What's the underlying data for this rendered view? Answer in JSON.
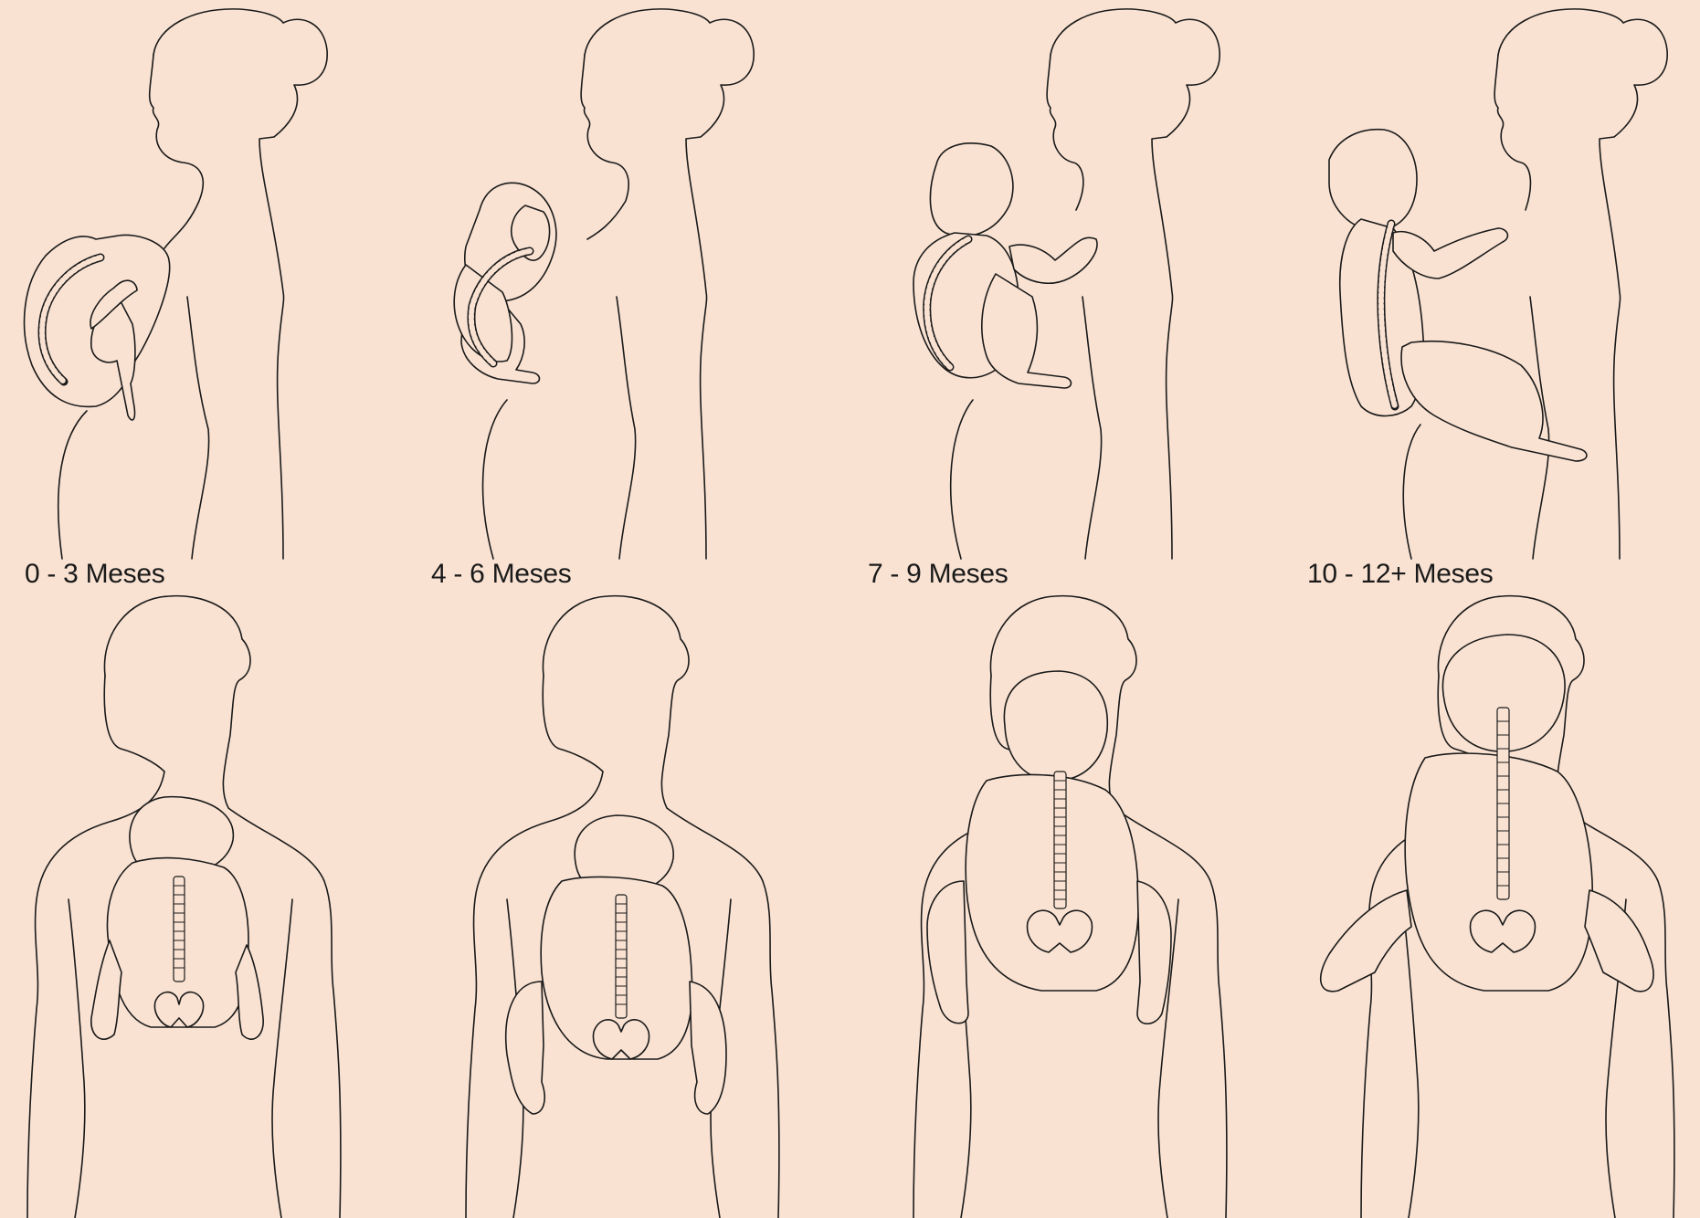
{
  "stages": [
    {
      "label": "0 - 3 Meses"
    },
    {
      "label": "4 - 6 Meses"
    },
    {
      "label": "7 - 9 Meses"
    },
    {
      "label": "10 - 12+ Meses"
    }
  ],
  "colors": {
    "background": "#f9e2d2",
    "stroke": "#1a1a1a"
  }
}
